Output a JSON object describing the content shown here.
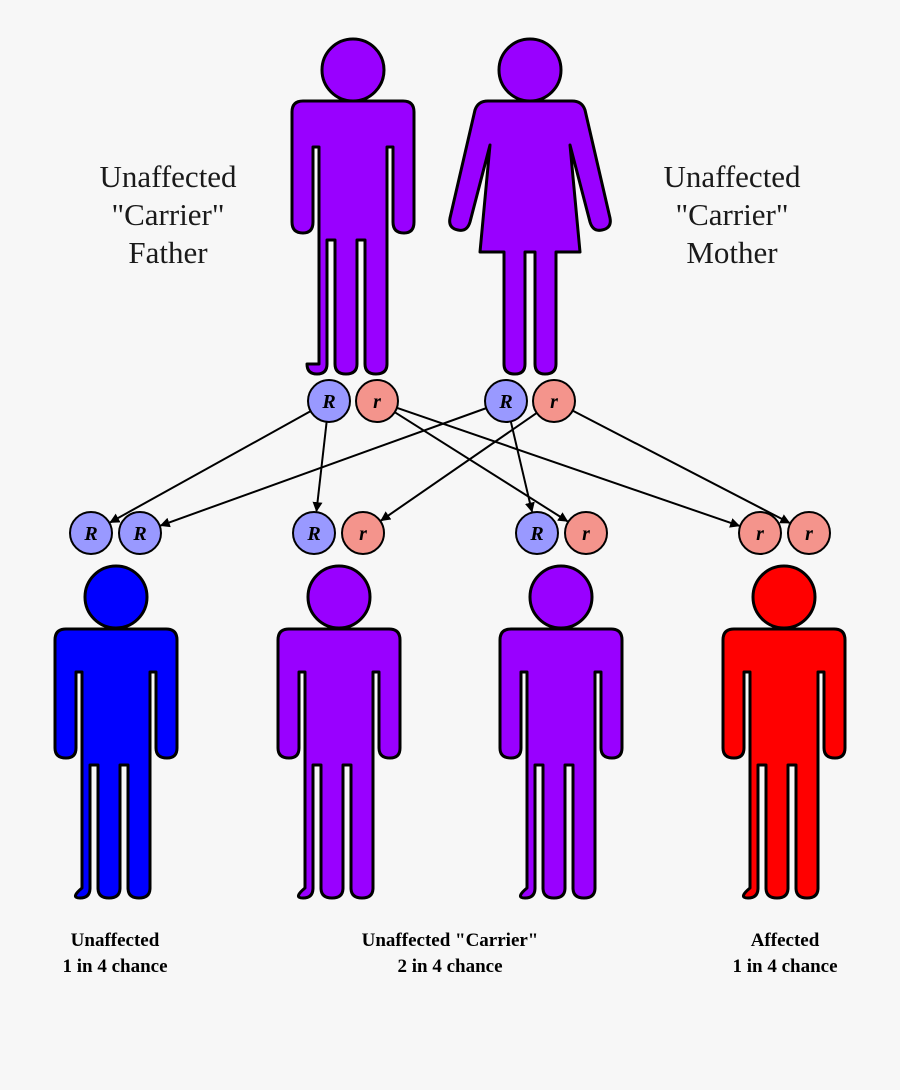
{
  "colors": {
    "carrier": "#9900ff",
    "unaffected": "#0000ff",
    "affected": "#ff0000",
    "dominant_allele": "#9999ff",
    "recessive_allele": "#f4948c"
  },
  "father": {
    "line1": "Unaffected",
    "line2": "\"Carrier\"",
    "line3": "Father",
    "alleles": [
      "R",
      "r"
    ]
  },
  "mother": {
    "line1": "Unaffected",
    "line2": "\"Carrier\"",
    "line3": "Mother",
    "alleles": [
      "R",
      "r"
    ]
  },
  "children": [
    {
      "alleles": [
        "R",
        "R"
      ],
      "status": "unaffected"
    },
    {
      "alleles": [
        "R",
        "r"
      ],
      "status": "carrier"
    },
    {
      "alleles": [
        "R",
        "r"
      ],
      "status": "carrier"
    },
    {
      "alleles": [
        "r",
        "r"
      ],
      "status": "affected"
    }
  ],
  "outcomes": {
    "unaffected": {
      "title": "Unaffected",
      "chance": "1 in 4 chance"
    },
    "carrier": {
      "title": "Unaffected \"Carrier\"",
      "chance": "2 in 4 chance"
    },
    "affected": {
      "title": "Affected",
      "chance": "1 in 4 chance"
    }
  }
}
